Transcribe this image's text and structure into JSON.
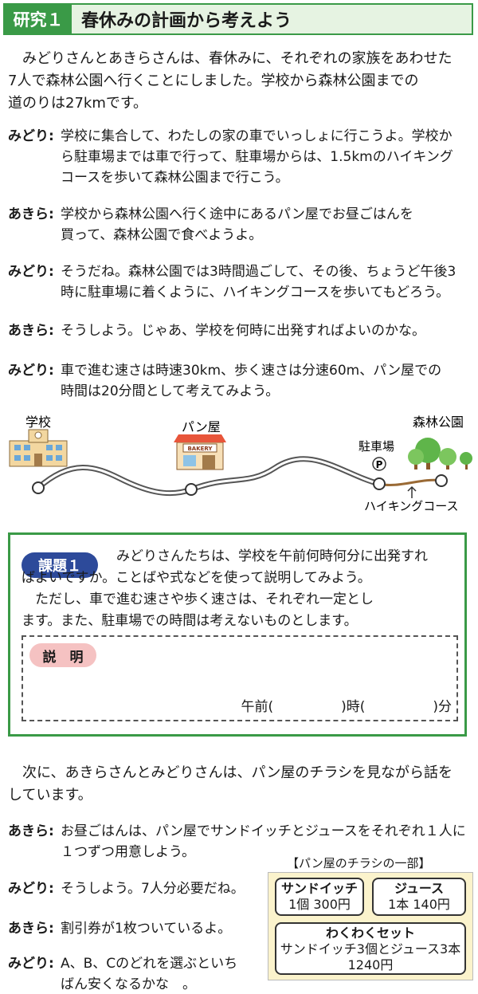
{
  "header": {
    "tag": "研究１",
    "title": "春休みの計画から考えよう"
  },
  "intro": [
    "みどりさんとあきらさんは、春休みに、それぞれの家族をあわせた",
    "7人で森林公園へ行くことにしました。学校から森林公園までの",
    "道のりは27kmです。"
  ],
  "dialog1": [
    {
      "speaker": "みどり:",
      "lines": [
        "学校に集合して、わたしの家の車でいっしょに行こうよ。学校か",
        "ら駐車場までは車で行って、駐車場からは、1.5kmのハイキング",
        "コースを歩いて森林公園まで行こう。"
      ]
    },
    {
      "speaker": "あきら:",
      "lines": [
        "学校から森林公園へ行く途中にあるパン屋でお昼ごはんを",
        "買って、森林公園で食べようよ。"
      ]
    },
    {
      "speaker": "みどり:",
      "lines": [
        "そうだね。森林公園では3時間過ごして、その後、ちょうど午後3",
        "時に駐車場に着くように、ハイキングコースを歩いてもどろう。"
      ]
    },
    {
      "speaker": "あきら:",
      "lines": [
        "そうしよう。じゃあ、学校を何時に出発すればよいのかな。"
      ]
    },
    {
      "speaker": "みどり:",
      "lines": [
        "車で進む速さは時速30km、歩く速さは分速60m、パン屋での",
        "時間は20分間として考えてみよう。"
      ]
    }
  ],
  "map": {
    "school": "学校",
    "bakery": "パン屋",
    "bakery_sign": "BAKERY",
    "parking": "駐車場",
    "parking_sign": "P",
    "park": "森林公園",
    "hiking": "ハイキングコース"
  },
  "task": {
    "badge": "課題１",
    "text1": [
      "みどりさんたちは、学校を午前何時何分に出発すれ",
      "ばよいですか。ことばや式などを使って説明してみよう。"
    ],
    "text2": [
      "　ただし、車で進む速さや歩く速さは、それぞれ一定とし",
      "ます。また、駐車場での時間は考えないものとします。"
    ],
    "explain_badge": "説　明",
    "answer": "午前(　　　　　)時(　　　　　)分"
  },
  "intro2": [
    "次に、あきらさんとみどりさんは、パン屋のチラシを見ながら話を",
    "しています。"
  ],
  "dialog2": [
    {
      "speaker": "あきら:",
      "lines": [
        "お昼ごはんは、パン屋でサンドイッチとジュースをそれぞれ１人に",
        "１つずつ用意しよう。"
      ]
    },
    {
      "speaker": "みどり:",
      "lines": [
        "そうしよう。7人分必要だね。"
      ]
    },
    {
      "speaker": "あきら:",
      "lines": [
        "割引券が1枚ついているよ。"
      ]
    },
    {
      "speaker": "みどり:",
      "lines": [
        "A、B、Cのどれを選ぶといち",
        "ばん安くなるかな　。"
      ]
    }
  ],
  "flyer": {
    "title": "【パン屋のチラシの一部】",
    "sandwich_name": "サンドイッチ",
    "sandwich_price": "1個 300円",
    "juice_name": "ジュース",
    "juice_price": "1本 140円",
    "set_name": "わくわくセット",
    "set_desc": "サンドイッチ3個とジュース3本",
    "set_price": "1240円"
  }
}
